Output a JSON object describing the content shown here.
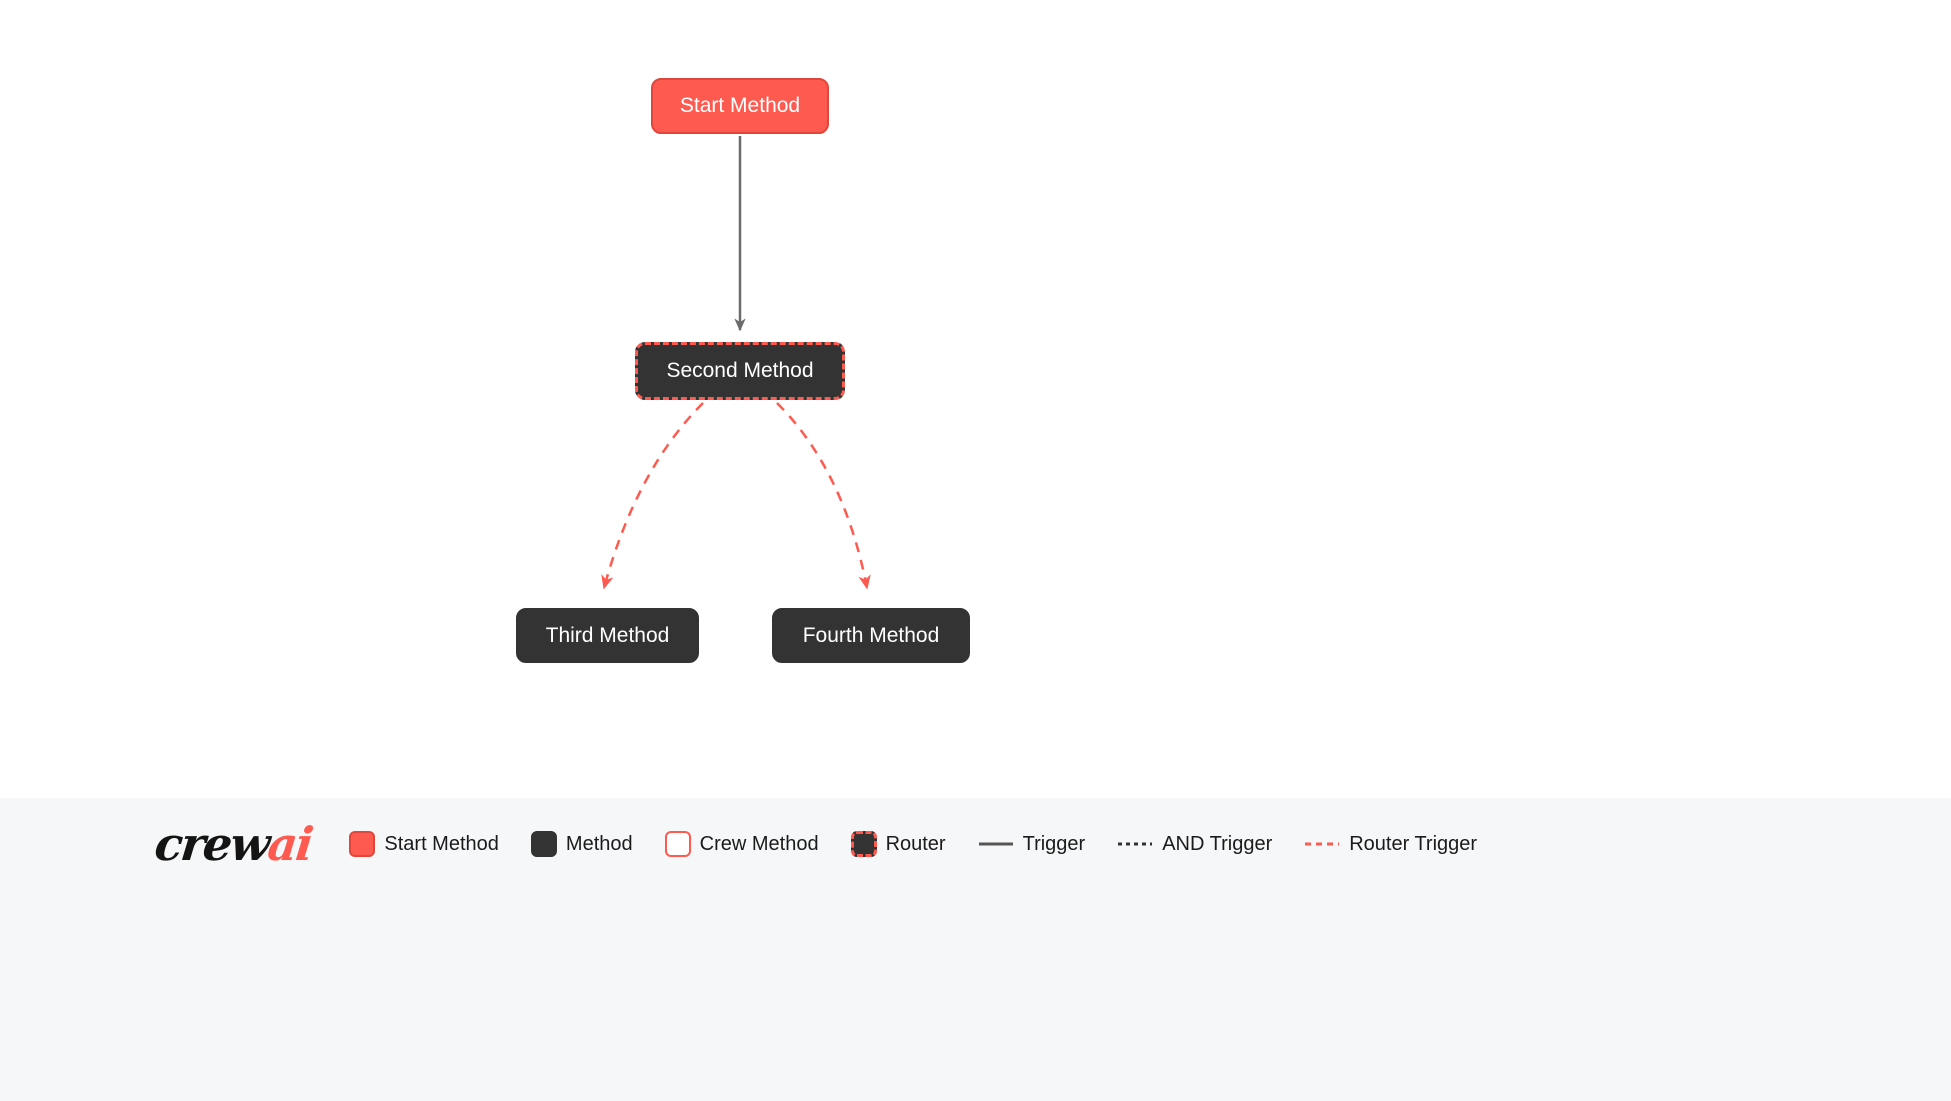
{
  "colors": {
    "accent_red": "#ff5a50",
    "node_dark": "#333333",
    "trigger_line": "#6b6b6b",
    "legend_background": "#f6f7f8",
    "canvas_background": "#ffffff"
  },
  "nodes": [
    {
      "id": "start",
      "label": "Start Method",
      "type": "start-method"
    },
    {
      "id": "second",
      "label": "Second Method",
      "type": "router"
    },
    {
      "id": "third",
      "label": "Third Method",
      "type": "method"
    },
    {
      "id": "fourth",
      "label": "Fourth Method",
      "type": "method"
    }
  ],
  "edges": [
    {
      "from": "start",
      "to": "second",
      "type": "trigger"
    },
    {
      "from": "second",
      "to": "third",
      "type": "router-trigger"
    },
    {
      "from": "second",
      "to": "fourth",
      "type": "router-trigger"
    }
  ],
  "logo": {
    "text_black": "crew",
    "text_red": "ai"
  },
  "legend": {
    "items": [
      {
        "label": "Start Method",
        "swatch": "start-method-box"
      },
      {
        "label": "Method",
        "swatch": "method-box"
      },
      {
        "label": "Crew Method",
        "swatch": "crew-method-box"
      },
      {
        "label": "Router",
        "swatch": "router-box"
      },
      {
        "label": "Trigger",
        "swatch": "trigger-solid-line"
      },
      {
        "label": "AND Trigger",
        "swatch": "and-trigger-dashed-line"
      },
      {
        "label": "Router Trigger",
        "swatch": "router-trigger-dashed-red-line"
      }
    ]
  }
}
